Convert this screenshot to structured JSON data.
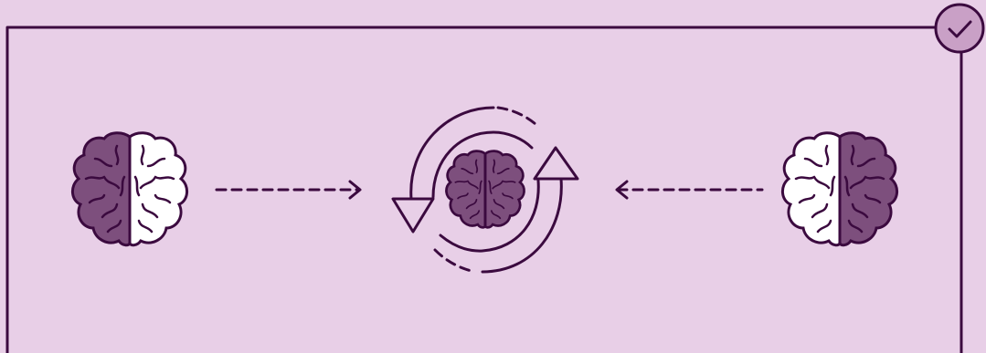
{
  "colors": {
    "background": "#e8cfe7",
    "stroke": "#3b0a3f",
    "brain_dark": "#7d4f7d",
    "brain_light": "#ffffff"
  },
  "icons": {
    "left_brain": "brain-icon-left-hemisphere-filled",
    "center_brain": "brain-icon-full",
    "right_brain": "brain-icon-right-hemisphere-filled",
    "cycle": "cycle-arrows-icon",
    "badge": "checkmark-icon"
  }
}
